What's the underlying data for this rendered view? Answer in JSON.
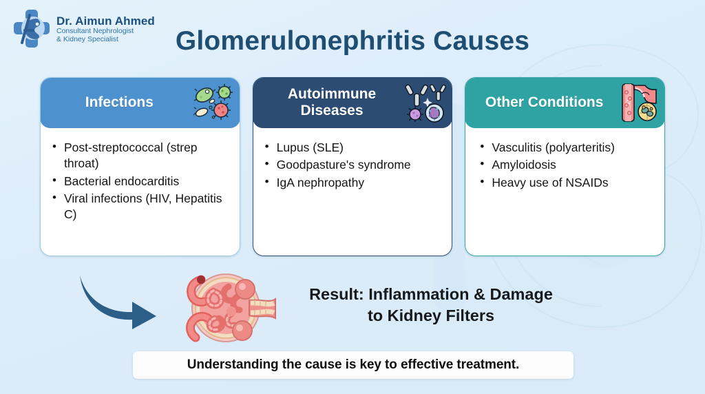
{
  "brand": {
    "logo_icon": "kidney-medical-cross-logo",
    "name": "Dr. Aimun Ahmed",
    "subtitle_line1": "Consultant Nephrologist",
    "subtitle_line2": "& Kidney Specialist",
    "name_color": "#1b4f82",
    "subtitle_color": "#2e72a8"
  },
  "header": {
    "title": "Glomerulonephritis Causes",
    "title_color": "#1f4e73"
  },
  "background": {
    "color_start": "#e4f2fb",
    "color_end": "#d9eaf8",
    "watermark_icon": "kidney-outline-watermark"
  },
  "cards": [
    {
      "id": "infections",
      "title": "Infections",
      "header_color": "#4d92cf",
      "border_color": "#9fcbe4",
      "icon": "germs-bacteria-virus-icon",
      "items": [
        "Post-streptococcal (strep throat)",
        "Bacterial endocarditis",
        "Viral infections (HIV, Hepatitis C)"
      ]
    },
    {
      "id": "autoimmune-diseases",
      "title": "Autoimmune Diseases",
      "header_color": "#2c4c73",
      "border_color": "#2d4f75",
      "icon": "antibody-immune-cell-icon",
      "items": [
        "Lupus (SLE)",
        "Goodpasture's syndrome",
        "IgA nephropathy"
      ]
    },
    {
      "id": "other-conditions",
      "title": "Other Conditions",
      "header_color": "#2fa3a3",
      "border_color": "#3aa6a6",
      "icon": "blood-vessel-inflammation-icon",
      "items": [
        "Vasculitis (polyarteritis)",
        "Amyloidosis",
        "Heavy use of NSAIDs"
      ]
    }
  ],
  "result": {
    "arrow_icon": "curved-right-arrow-icon",
    "arrow_color": "#2c5f87",
    "illustration_icon": "glomerulus-kidney-filter-illustration",
    "line1": "Result: Inflammation & Damage",
    "line2": "to Kidney Filters",
    "text_color": "#16191c"
  },
  "footer": {
    "text": "Understanding the cause is key to effective treatment.",
    "background": "#fcfcfc",
    "text_color": "#101010"
  }
}
